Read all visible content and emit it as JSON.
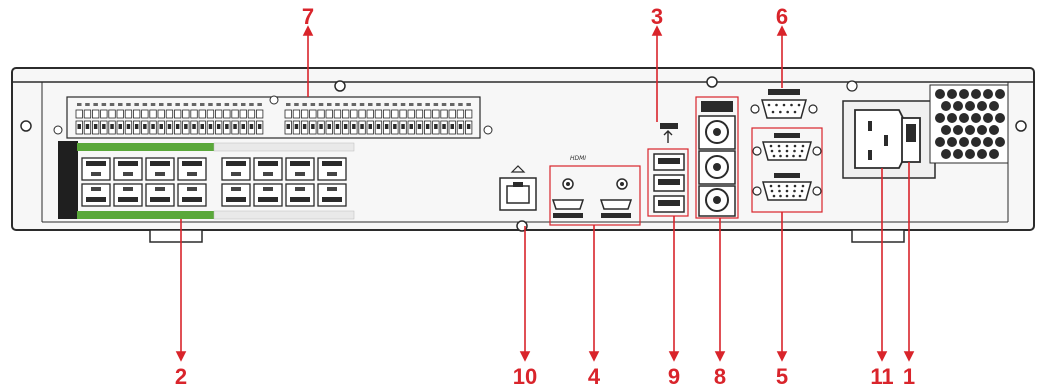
{
  "diagram": {
    "subject": "device-rear-panel",
    "callouts": [
      {
        "id": "callout-1",
        "label": "1"
      },
      {
        "id": "callout-2",
        "label": "2"
      },
      {
        "id": "callout-3",
        "label": "3"
      },
      {
        "id": "callout-4",
        "label": "4"
      },
      {
        "id": "callout-5",
        "label": "5"
      },
      {
        "id": "callout-6",
        "label": "6"
      },
      {
        "id": "callout-7",
        "label": "7"
      },
      {
        "id": "callout-8",
        "label": "8"
      },
      {
        "id": "callout-9",
        "label": "9"
      },
      {
        "id": "callout-10",
        "label": "10"
      },
      {
        "id": "callout-11",
        "label": "11"
      }
    ],
    "colors": {
      "callout": "#d9242b",
      "outline": "#2b2b2b",
      "panel_fill": "#f7f7f7",
      "terminal_green": "#5aa83a"
    }
  }
}
